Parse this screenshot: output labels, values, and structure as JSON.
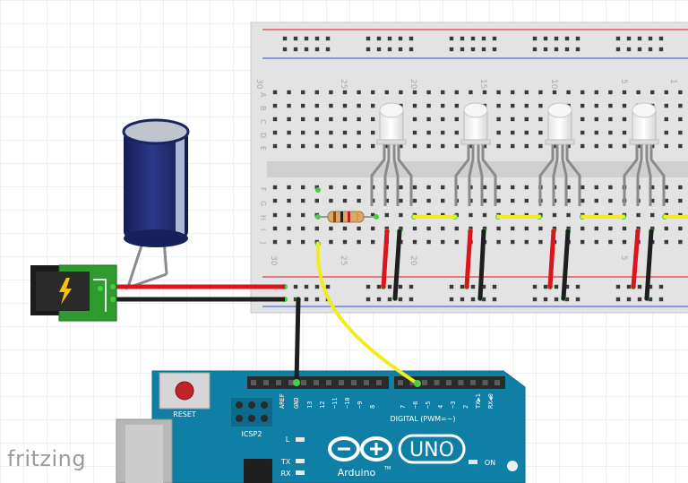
{
  "brand": "fritzing",
  "breadboard": {
    "row_letters_top": [
      "A",
      "B",
      "C",
      "D",
      "E"
    ],
    "row_letters_bottom": [
      "F",
      "G",
      "H",
      "I",
      "J"
    ],
    "column_numbers": [
      "30",
      "25",
      "20",
      "15",
      "10",
      "5",
      "1"
    ]
  },
  "arduino": {
    "model": "UNO",
    "maker": "Arduino",
    "trademark": "TM",
    "reset_label": "RESET",
    "icsp_label": "ICSP2",
    "digital_label": "DIGITAL (PWM=~)",
    "power_pin_labels": [
      "AREF",
      "GND"
    ],
    "digital_pin_labels": [
      "13",
      "12",
      "~11",
      "~10",
      "~9",
      "8",
      "7",
      "~6",
      "~5",
      "4",
      "~3",
      "2",
      "TX▶1",
      "RX◀0"
    ],
    "led_labels": [
      "L",
      "TX",
      "RX",
      "ON"
    ]
  },
  "colors": {
    "wire_red": "#d8161b",
    "wire_black": "#1e1e1e",
    "wire_yellow": "#f2ec1e",
    "wire_gray": "#8a8a8a",
    "arduino_blue": "#0f7fa6",
    "capacitor": "#1e2c6b",
    "breadboard": "#dedede",
    "pcb_green": "#2f9b2f",
    "pin_highlight": "#44d044"
  },
  "components": {
    "capacitor_icon": "electrolytic-capacitor",
    "power_jack_icon": "lightning-bolt",
    "led_count": 4,
    "resistor_icon": "resistor"
  }
}
